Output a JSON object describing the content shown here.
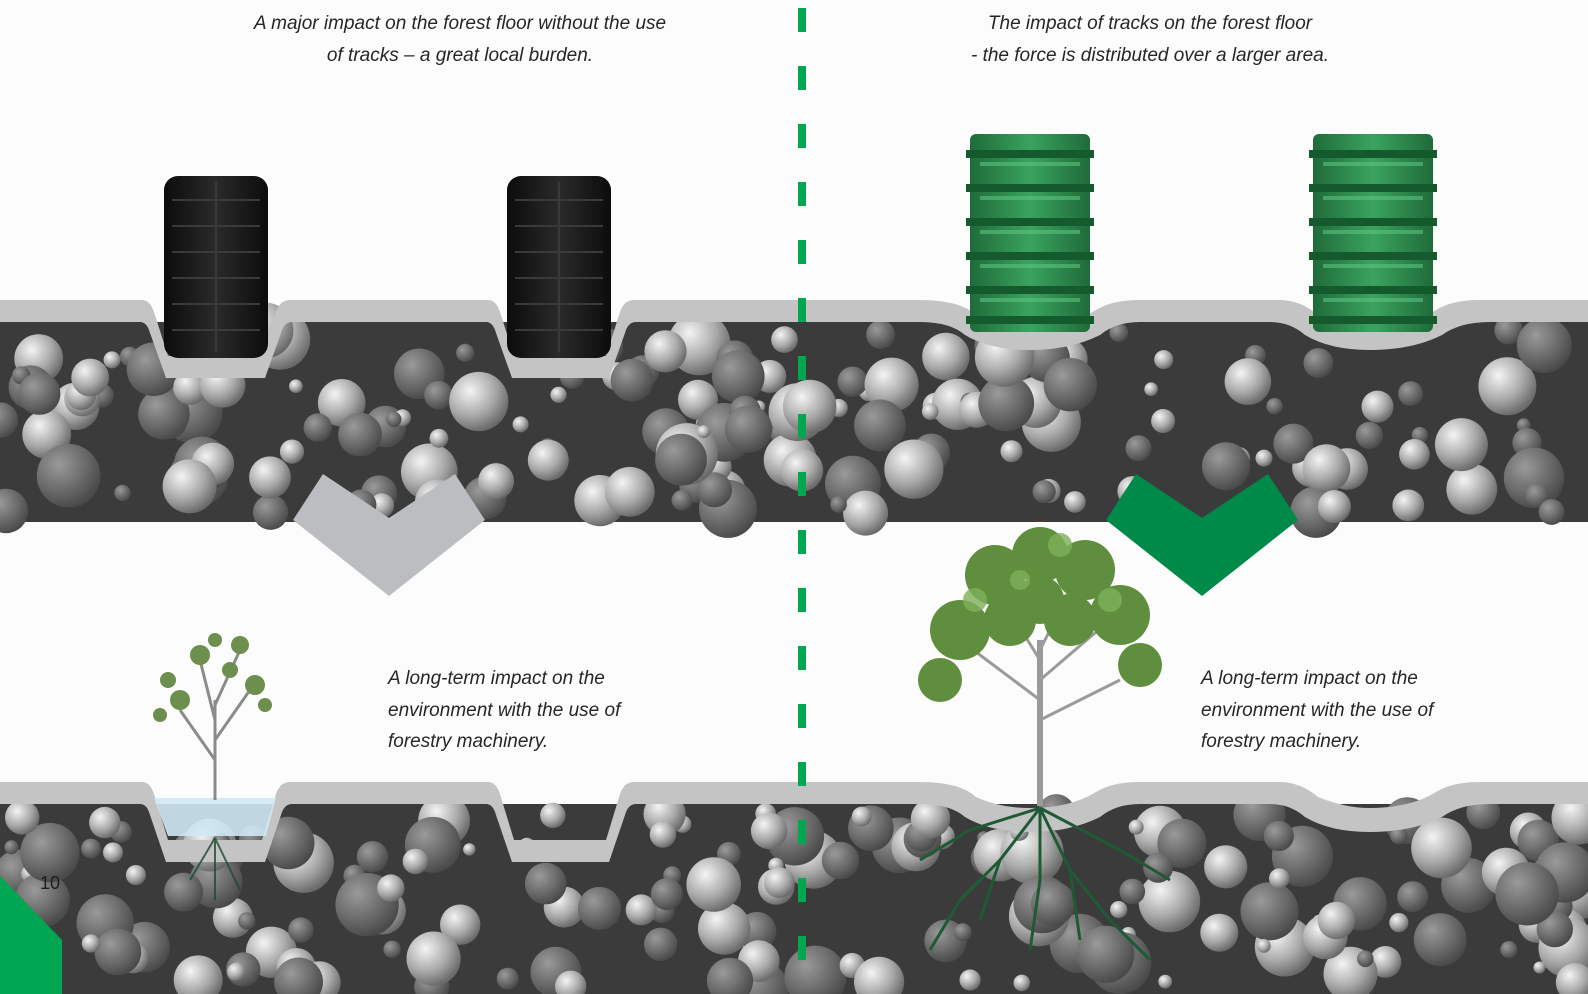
{
  "captions": {
    "top_left": "A major impact on the forest floor without the use of tracks – a great local burden.",
    "top_left_lines": [
      "A major impact on the forest floor without the use",
      "of tracks – a great local burden."
    ],
    "top_right_lines": [
      "The impact of tracks on the forest floor",
      "- the force is distributed over a larger area."
    ],
    "bottom_left_lines": [
      "A long-term impact on the",
      "environment with the use of",
      "forestry machinery."
    ],
    "bottom_right_lines": [
      "A long-term impact on the",
      "environment with the use of",
      "forestry machinery."
    ]
  },
  "page_number": "10",
  "colors": {
    "accent_green": "#00a651",
    "dark_green_arrow": "#008a4a",
    "track_green": "#2e8b4f",
    "tire_black": "#1a1a1a",
    "soil_dark": "#3b3b3b",
    "ground_surface": "#c4c4c4",
    "grey_arrow": "#bcbdc0",
    "water_blue": "#cfe8f3"
  },
  "icons": [
    "tire-icon",
    "track-icon",
    "chevron-down-icon",
    "tree-icon",
    "roots-icon"
  ]
}
